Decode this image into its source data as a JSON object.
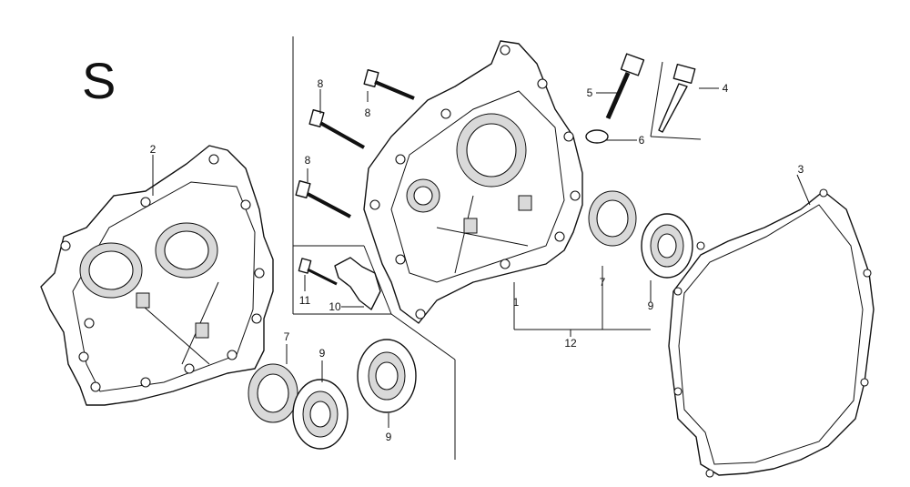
{
  "diagram": {
    "section_letter": "S",
    "callouts": {
      "c1": "1",
      "c2": "2",
      "c3": "3",
      "c4": "4",
      "c5": "5",
      "c6": "6",
      "c7a": "7",
      "c7b": "7",
      "c8a": "8",
      "c8b": "8",
      "c8c": "8",
      "c9a": "9",
      "c9b": "9",
      "c9c": "9",
      "c10": "10",
      "c11": "11",
      "c12": "12"
    }
  }
}
